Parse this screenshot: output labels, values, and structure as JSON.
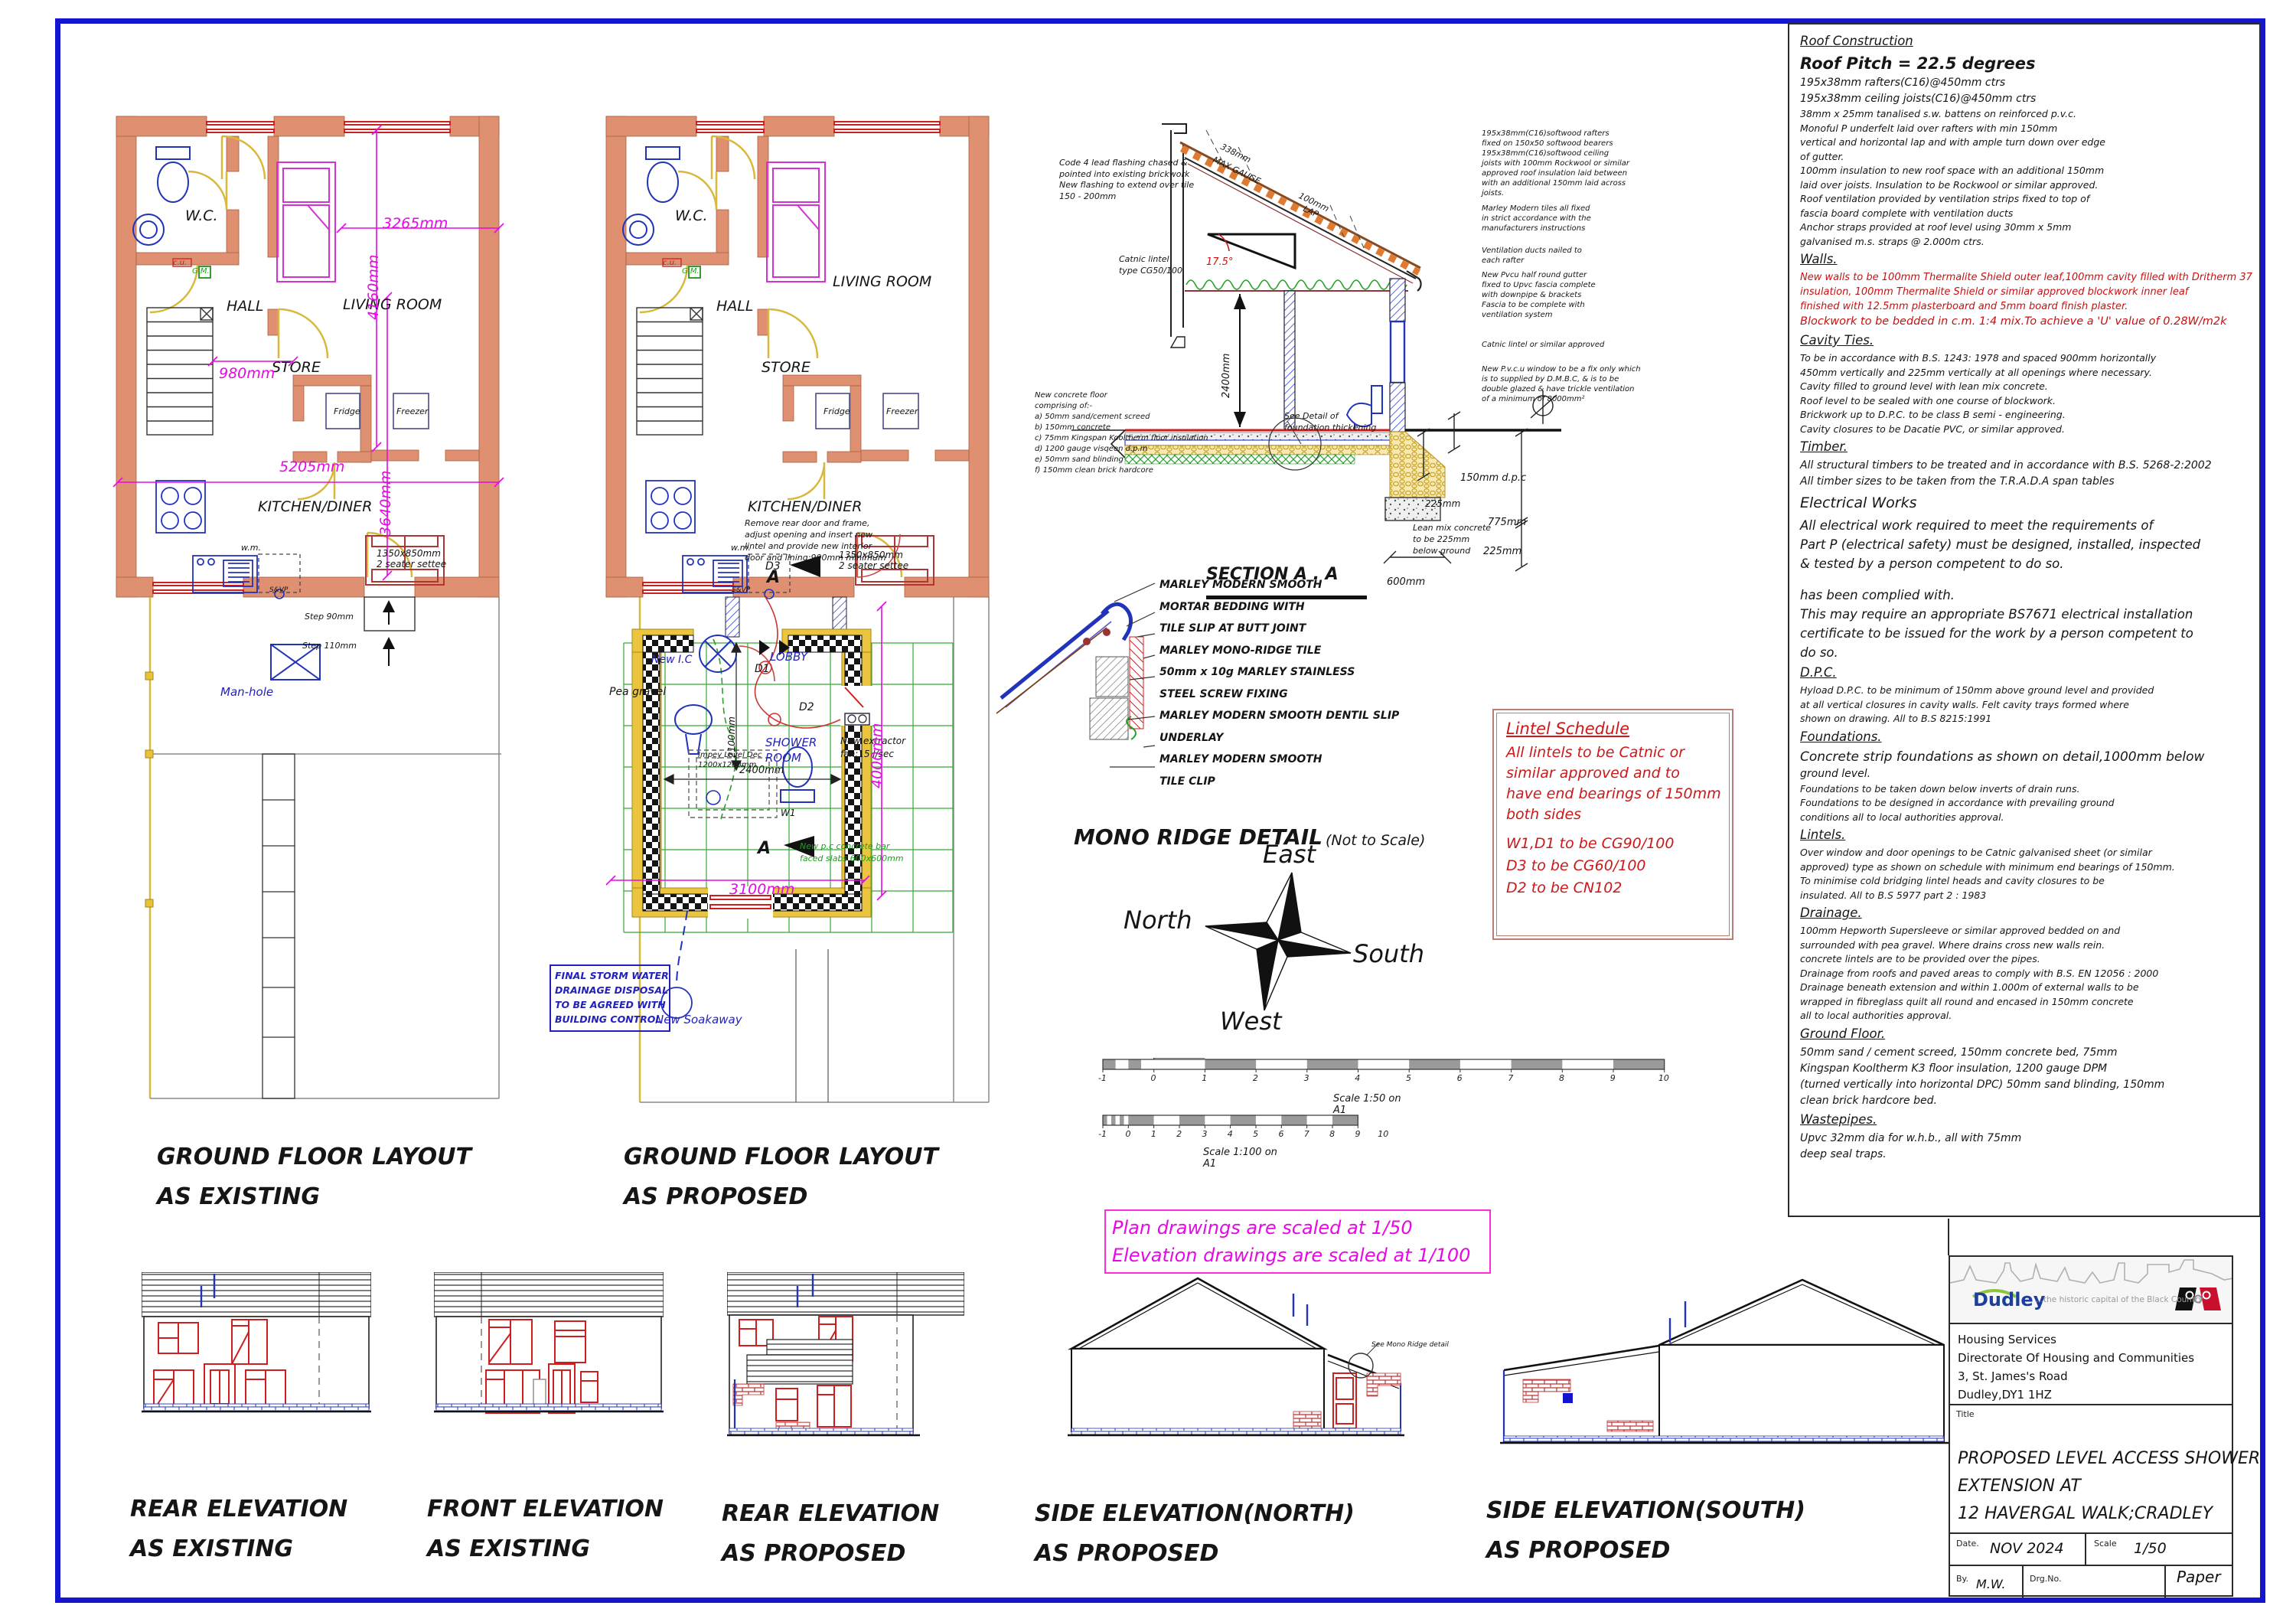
{
  "notes": {
    "lines": [
      {
        "t": "Roof Construction",
        "c": "hdr"
      },
      {
        "t": "Roof Pitch = 22.5 degrees",
        "c": "big2"
      },
      {
        "t": "195x38mm rafters(C16)@450mm ctrs",
        "c": "med"
      },
      {
        "t": "195x38mm ceiling joists(C16)@450mm ctrs",
        "c": "med"
      },
      {
        "t": "38mm x 25mm tanalised s.w. battens on reinforced p.v.c.",
        "c": "n"
      },
      {
        "t": "Monoful P underfelt laid over rafters with min 150mm",
        "c": "n"
      },
      {
        "t": "vertical and horizontal lap and with ample turn down over edge",
        "c": "n"
      },
      {
        "t": "of gutter.",
        "c": "n"
      },
      {
        "t": "100mm insulation to new roof space with an additional 150mm",
        "c": "n"
      },
      {
        "t": "laid over joists. Insulation to be Rockwool or similar approved.",
        "c": "n"
      },
      {
        "t": "Roof ventilation provided by ventilation strips fixed to top of",
        "c": "n"
      },
      {
        "t": "fascia board complete with ventilation ducts",
        "c": "n"
      },
      {
        "t": "Anchor straps provided at roof level using 30mm x 5mm",
        "c": "n"
      },
      {
        "t": "galvanised m.s. straps @ 2.000m ctrs.",
        "c": "n"
      },
      {
        "t": "Walls.",
        "c": "hdr"
      },
      {
        "t": "New walls to be 100mm Thermalite Shield outer leaf,100mm cavity filled with Dritherm 37",
        "c": "red"
      },
      {
        "t": "insulation, 100mm Thermalite Shield or similar approved blockwork inner leaf",
        "c": "red"
      },
      {
        "t": "finished with 12.5mm plasterboard and 5mm board finish plaster.",
        "c": "red"
      },
      {
        "t": "Blockwork to be bedded in c.m. 1:4 mix.To achieve a 'U' value of 0.28W/m2k",
        "c": "redbig"
      },
      {
        "t": "Cavity Ties.",
        "c": "hdr"
      },
      {
        "t": "To be in accordance with B.S. 1243: 1978 and spaced 900mm horizontally",
        "c": "n"
      },
      {
        "t": "450mm vertically and 225mm vertically at all openings where necessary.",
        "c": "n"
      },
      {
        "t": "Cavity filled to ground level with lean mix concrete.",
        "c": "n"
      },
      {
        "t": "Roof level to be sealed with one course of blockwork.",
        "c": "n"
      },
      {
        "t": "Brickwork up to D.P.C. to be class B semi - engineering.",
        "c": "n"
      },
      {
        "t": "Cavity closures to be Dacatie PVC, or similar approved.",
        "c": "n"
      },
      {
        "t": "Timber.",
        "c": "hdr"
      },
      {
        "t": "All structural timbers to be treated and in accordance with B.S. 5268-2:2002",
        "c": "med"
      },
      {
        "t": "All timber sizes to be taken from the T.R.A.D.A span tables",
        "c": "med"
      },
      {
        "t": "Electrical Works",
        "c": "bighdr"
      },
      {
        "t": "All electrical work required to meet the requirements of",
        "c": "big"
      },
      {
        "t": "Part P (electrical safety) must be designed, installed, inspected",
        "c": "big"
      },
      {
        "t": "& tested by a person competent to do so.",
        "c": "big"
      },
      {
        "t": "",
        "c": "gap"
      },
      {
        "t": "has been complied with.",
        "c": "big"
      },
      {
        "t": "This may require an appropriate BS7671 electrical installation",
        "c": "big"
      },
      {
        "t": "certificate to be issued for the work by a person competent to",
        "c": "big"
      },
      {
        "t": "do so.",
        "c": "big"
      },
      {
        "t": "D.P.C.",
        "c": "hdr"
      },
      {
        "t": "Hyload D.P.C. to be minimum of 150mm above ground level and provided",
        "c": "n"
      },
      {
        "t": "at all vertical closures in cavity walls. Felt cavity trays formed where",
        "c": "n"
      },
      {
        "t": "shown on drawing. All to B.S 8215:1991",
        "c": "n"
      },
      {
        "t": "Foundations.",
        "c": "hdr"
      },
      {
        "t": "Concrete strip foundations as shown on detail,1000mm below",
        "c": "med2"
      },
      {
        "t": "ground level.",
        "c": "med"
      },
      {
        "t": "Foundations to be taken down below inverts of drain runs.",
        "c": "n"
      },
      {
        "t": "Foundations to be designed in accordance with prevailing ground",
        "c": "n"
      },
      {
        "t": "conditions all to local authorities approval.",
        "c": "n"
      },
      {
        "t": "Lintels.",
        "c": "hdr"
      },
      {
        "t": "Over window and door openings to be Catnic galvanised sheet (or similar",
        "c": "n"
      },
      {
        "t": "approved) type as shown on schedule with minimum end bearings of 150mm.",
        "c": "n"
      },
      {
        "t": "To minimise cold bridging lintel heads and cavity closures to be",
        "c": "n"
      },
      {
        "t": "insulated.  All to B.S 5977 part 2 : 1983",
        "c": "n"
      },
      {
        "t": "Drainage.",
        "c": "hdr"
      },
      {
        "t": "100mm Hepworth  Supersleeve or similar approved bedded on and",
        "c": "n"
      },
      {
        "t": "surrounded with pea gravel. Where drains cross new walls rein.",
        "c": "n"
      },
      {
        "t": "concrete lintels are to be provided over the pipes.",
        "c": "n"
      },
      {
        "t": "Drainage from roofs and paved areas to comply with B.S. EN 12056 : 2000",
        "c": "n"
      },
      {
        "t": "Drainage beneath extension and within 1.000m of external walls to be",
        "c": "n"
      },
      {
        "t": "wrapped in fibreglass quilt all round and encased in 150mm concrete",
        "c": "n"
      },
      {
        "t": "all to local authorities approval.",
        "c": "n"
      },
      {
        "t": "Ground Floor.",
        "c": "hdr"
      },
      {
        "t": "50mm sand / cement screed, 150mm concrete bed, 75mm",
        "c": "med"
      },
      {
        "t": "Kingspan Kooltherm K3 floor insulation, 1200 gauge DPM",
        "c": "med"
      },
      {
        "t": "(turned vertically into horizontal DPC) 50mm sand blinding, 150mm",
        "c": "med"
      },
      {
        "t": " clean brick hardcore bed.",
        "c": "med"
      },
      {
        "t": "Wastepipes.",
        "c": "hdr"
      },
      {
        "t": "Upvc 32mm dia for w.h.b., all with 75mm",
        "c": "med"
      },
      {
        "t": "deep seal traps.",
        "c": "med"
      }
    ]
  },
  "lintel_schedule": {
    "title": "Lintel Schedule",
    "lines": [
      "All lintels to be Catnic or",
      "similar approved and to",
      "have end bearings of 150mm",
      "both sides"
    ],
    "items": [
      "W1,D1 to be CG90/100",
      "D3 to be CG60/100",
      "D2 to be CN102"
    ]
  },
  "section": {
    "title": "SECTION A . A",
    "flashing_note": [
      "Code 4 lead flashing chased &",
      "pointed into existing brickwork",
      "New flashing to extend over tile",
      "150 - 200mm"
    ],
    "catnic_left": [
      "Catnic lintel",
      "type CG50/100"
    ],
    "floor_note": [
      "New concrete floor",
      "comprising of:-",
      "a) 50mm sand/cement screed",
      "b) 150mm concrete",
      "c) 75mm Kingspan Kooltherm floor insulation",
      "d) 1200 gauge visqeen d.p.m",
      "e) 50mm sand blinding",
      "f) 150mm clean brick hardcore"
    ],
    "rafters_note": [
      "195x38mm(C16)softwood rafters",
      "fixed on 150x50 softwood bearers",
      "195x38mm(C16)softwood ceiling",
      "joists with 100mm Rockwool or similar",
      "approved roof insulation laid between",
      "with an additional 150mm laid across",
      "joists."
    ],
    "tiles_note": [
      "Marley Modern tiles all fixed",
      "in strict accordance with the",
      "manufacturers instructions"
    ],
    "vent_note": [
      "Ventilation ducts nailed to",
      "each rafter"
    ],
    "gutter_note": [
      "New Pvcu half round gutter",
      "fixed to Upvc fascia complete",
      "with downpipe & brackets",
      "Fascia to be complete with",
      "ventilation system"
    ],
    "catnic_right": "Catnic lintel or similar approved",
    "window_note": [
      "New P.v.c.u window to be a fix only which",
      "is to supplied by D.M.B.C, & is to be",
      "double glazed & have trickle ventilation",
      "of a minimum of 8000mm²"
    ],
    "see_detail": [
      "See Detail of",
      "foundation thickening"
    ],
    "lean_note": [
      "Lean mix concrete",
      "to be 225mm",
      "below ground"
    ],
    "dims": {
      "gauge1": "338mm",
      "gauge2": "MAX GAUGE",
      "lap1": "100mm",
      "lap2": "LAP",
      "angle": "17.5°",
      "height": "2400mm",
      "dpc": "150mm d.p.c",
      "d225a": "225mm",
      "d775": "775mm",
      "d225b": "225mm",
      "d600": "600mm",
      "cl": "CL"
    }
  },
  "mono_ridge": {
    "labels": [
      "MARLEY MODERN SMOOTH",
      "MORTAR BEDDING WITH",
      "TILE SLIP AT BUTT JOINT",
      "MARLEY MONO-RIDGE TILE",
      "50mm x 10g MARLEY STAINLESS",
      "STEEL SCREW FIXING",
      "MARLEY MODERN SMOOTH DENTIL SLIP",
      "UNDERLAY",
      "MARLEY MODERN SMOOTH",
      "TILE CLIP"
    ],
    "title": "MONO RIDGE DETAIL",
    "subtitle": "(Not to Scale)"
  },
  "compass": {
    "east": "East",
    "north": "North",
    "south": "South",
    "west": "West"
  },
  "scale_bars": {
    "ticks": [
      "-1",
      "0",
      "1",
      "2",
      "3",
      "4",
      "5",
      "6",
      "7",
      "8",
      "9",
      "10"
    ],
    "bar1_caption": [
      "Scale 1:50 on",
      "A1"
    ],
    "bar2_caption": [
      "Scale 1:100 on",
      "A1"
    ]
  },
  "scale_note": {
    "line1": "Plan drawings are scaled at 1/50",
    "line2": "Elevation drawings are scaled at 1/100"
  },
  "plan_existing": {
    "title": [
      "GROUND FLOOR LAYOUT",
      "AS EXISTING"
    ],
    "wc": "W.C.",
    "cu": "c.u.",
    "gm": "G.M.",
    "hall": "HALL",
    "store": "STORE",
    "living": "LIVING ROOM",
    "fridge": "Fridge",
    "freezer": "Freezer",
    "kitchen": "KITCHEN/DINER",
    "wm": "w.m.",
    "svp": "S&VP",
    "settee": [
      "1350x850mm",
      "2 seater settee"
    ],
    "step1": "Step 90mm",
    "step2": "Step 110mm",
    "manhole": "Man-hole",
    "dims": {
      "w": "3265mm",
      "h": "4160mm",
      "hall": "980mm",
      "total": "5205mm",
      "kit": "3640mm"
    }
  },
  "plan_proposed": {
    "title": [
      "GROUND FLOOR LAYOUT",
      "AS PROPOSED"
    ],
    "remove_note": [
      "Remove rear door and frame,",
      "adjust opening and insert new",
      "lintel and provide new interior",
      "door and lining;900mm minimum"
    ],
    "d3": "D3",
    "a": "A",
    "lobby": "LOBBY",
    "d1": "D1",
    "new_ic": "New I.C",
    "pea": "Pea gravel",
    "shower": [
      "SHOWER",
      "ROOM"
    ],
    "d2": "D2",
    "extractor": [
      "New extractor",
      "fan;15 l/sec"
    ],
    "impey": [
      "Impey Level Dec",
      "1200x1200mm"
    ],
    "w1": "W1",
    "slabs": [
      "New p.c concrete bar",
      "faced slabs 600x600mm"
    ],
    "storm": [
      "FINAL STORM WATER",
      "DRAINAGE DISPOSAL",
      "TO BE AGREED WITH",
      "BUILDING CONTROL"
    ],
    "soakaway": "New Soakaway",
    "dims": {
      "a": "2100mm",
      "b": "2400mm",
      "c": "3100mm",
      "d": "4000mm"
    }
  },
  "elevations": {
    "rear_exist": [
      "REAR ELEVATION",
      "AS EXISTING"
    ],
    "front_exist": [
      "FRONT ELEVATION",
      "AS EXISTING"
    ],
    "rear_prop": [
      "REAR ELEVATION",
      "AS PROPOSED"
    ],
    "side_north": [
      "SIDE ELEVATION(NORTH)",
      "AS PROPOSED"
    ],
    "side_south": [
      "SIDE ELEVATION(SOUTH)",
      "AS PROPOSED"
    ],
    "mono_note": "See Mono Ridge detail"
  },
  "title_block": {
    "brand": "Dudley",
    "tagline": "...the historic capital of the Black Country",
    "org_lines": [
      "Housing Services",
      "Directorate Of Housing and Communities",
      "3, St. James's Road",
      "Dudley,DY1 1HZ"
    ],
    "title_label": "Title",
    "title_lines": [
      "PROPOSED LEVEL ACCESS SHOWER",
      "EXTENSION AT",
      "12 HAVERGAL WALK;CRADLEY"
    ],
    "date_label": "Date.",
    "date": "NOV 2024",
    "scale_label": "Scale",
    "scale": "1/50",
    "by_label": "By.",
    "by": "M.W.",
    "drg_label": "Drg.No.",
    "paper": "Paper"
  },
  "colors": {
    "accent_blue": "#1315cf",
    "wall_salmon": "#df9070",
    "dim_magenta": "#e609e6",
    "note_red": "#c61212",
    "fixture_blue": "#2233bb",
    "door_yellow": "#d8b93c",
    "slab_green": "#33aa33",
    "window_red": "#cc2020"
  }
}
